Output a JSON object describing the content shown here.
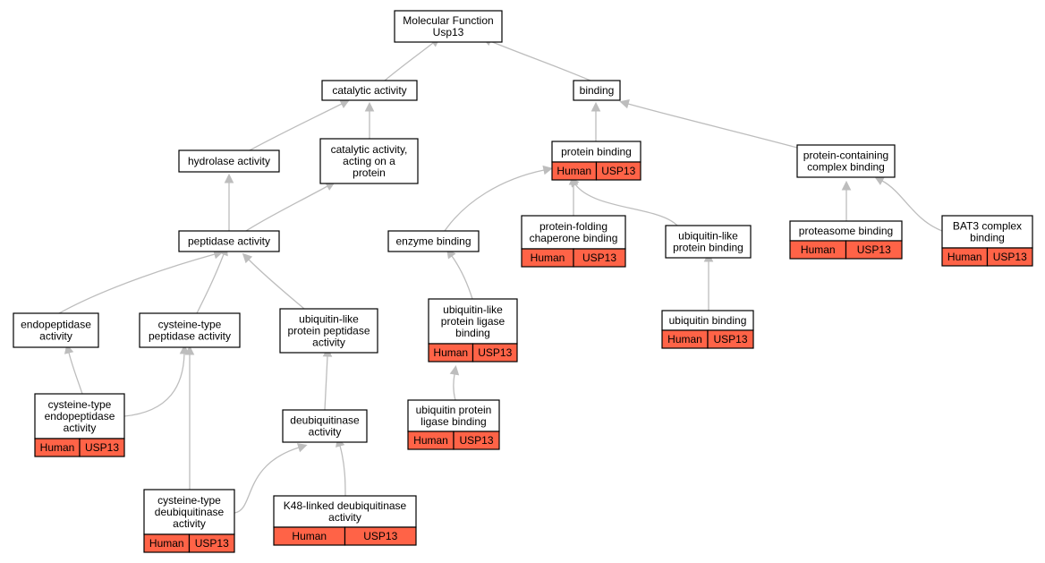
{
  "diagram": {
    "nodes": [
      {
        "id": "mf",
        "label": [
          "Molecular Function",
          "Usp13"
        ]
      },
      {
        "id": "catalytic",
        "label": [
          "catalytic activity"
        ]
      },
      {
        "id": "binding",
        "label": [
          "binding"
        ]
      },
      {
        "id": "hydrolase",
        "label": [
          "hydrolase activity"
        ]
      },
      {
        "id": "cat_protein",
        "label": [
          "catalytic activity,",
          "acting on a",
          "protein"
        ]
      },
      {
        "id": "protein_binding",
        "label": [
          "protein binding"
        ],
        "annotation": [
          "Human",
          "USP13"
        ]
      },
      {
        "id": "pcb",
        "label": [
          "protein-containing",
          "complex binding"
        ]
      },
      {
        "id": "peptidase",
        "label": [
          "peptidase activity"
        ]
      },
      {
        "id": "enzyme_binding",
        "label": [
          "enzyme binding"
        ]
      },
      {
        "id": "pfcb",
        "label": [
          "protein-folding",
          "chaperone binding"
        ],
        "annotation": [
          "Human",
          "USP13"
        ]
      },
      {
        "id": "ulpb",
        "label": [
          "ubiquitin-like",
          "protein binding"
        ]
      },
      {
        "id": "proteasome",
        "label": [
          "proteasome binding"
        ],
        "annotation": [
          "Human",
          "USP13"
        ]
      },
      {
        "id": "bat3",
        "label": [
          "BAT3 complex",
          "binding"
        ],
        "annotation": [
          "Human",
          "USP13"
        ]
      },
      {
        "id": "endopeptidase",
        "label": [
          "endopeptidase",
          "activity"
        ]
      },
      {
        "id": "cys_peptidase",
        "label": [
          "cysteine-type",
          "peptidase activity"
        ]
      },
      {
        "id": "ulpp",
        "label": [
          "ubiquitin-like",
          "protein peptidase",
          "activity"
        ]
      },
      {
        "id": "ulplb",
        "label": [
          "ubiquitin-like",
          "protein ligase",
          "binding"
        ],
        "annotation": [
          "Human",
          "USP13"
        ]
      },
      {
        "id": "ubiquitin_binding",
        "label": [
          "ubiquitin binding"
        ],
        "annotation": [
          "Human",
          "USP13"
        ]
      },
      {
        "id": "cys_endo",
        "label": [
          "cysteine-type",
          "endopeptidase",
          "activity"
        ],
        "annotation": [
          "Human",
          "USP13"
        ]
      },
      {
        "id": "deubiq",
        "label": [
          "deubiquitinase",
          "activity"
        ]
      },
      {
        "id": "upl_binding",
        "label": [
          "ubiquitin protein",
          "ligase binding"
        ],
        "annotation": [
          "Human",
          "USP13"
        ]
      },
      {
        "id": "cys_deubiq",
        "label": [
          "cysteine-type",
          "deubiquitinase",
          "activity"
        ],
        "annotation": [
          "Human",
          "USP13"
        ]
      },
      {
        "id": "k48",
        "label": [
          "K48-linked deubiquitinase",
          "activity"
        ],
        "annotation": [
          "Human",
          "USP13"
        ]
      }
    ],
    "edges": [
      {
        "from": "catalytic",
        "to": "mf"
      },
      {
        "from": "binding",
        "to": "mf"
      },
      {
        "from": "hydrolase",
        "to": "catalytic"
      },
      {
        "from": "cat_protein",
        "to": "catalytic"
      },
      {
        "from": "protein_binding",
        "to": "binding"
      },
      {
        "from": "pcb",
        "to": "binding"
      },
      {
        "from": "peptidase",
        "to": "hydrolase"
      },
      {
        "from": "peptidase",
        "to": "cat_protein"
      },
      {
        "from": "enzyme_binding",
        "to": "protein_binding"
      },
      {
        "from": "pfcb",
        "to": "protein_binding"
      },
      {
        "from": "ulpb",
        "to": "protein_binding"
      },
      {
        "from": "proteasome",
        "to": "pcb"
      },
      {
        "from": "bat3",
        "to": "pcb"
      },
      {
        "from": "endopeptidase",
        "to": "peptidase"
      },
      {
        "from": "cys_peptidase",
        "to": "peptidase"
      },
      {
        "from": "ulpp",
        "to": "peptidase"
      },
      {
        "from": "ulplb",
        "to": "enzyme_binding"
      },
      {
        "from": "ubiquitin_binding",
        "to": "ulpb"
      },
      {
        "from": "cys_endo",
        "to": "endopeptidase"
      },
      {
        "from": "cys_endo",
        "to": "cys_peptidase"
      },
      {
        "from": "deubiq",
        "to": "ulpp"
      },
      {
        "from": "upl_binding",
        "to": "ulplb"
      },
      {
        "from": "cys_deubiq",
        "to": "cys_peptidase"
      },
      {
        "from": "cys_deubiq",
        "to": "deubiq"
      },
      {
        "from": "k48",
        "to": "deubiq"
      }
    ]
  },
  "colors": {
    "annotation_fill": "#ff6347",
    "edge": "#bdbdbd",
    "node_border": "#000000",
    "node_fill": "#ffffff"
  }
}
